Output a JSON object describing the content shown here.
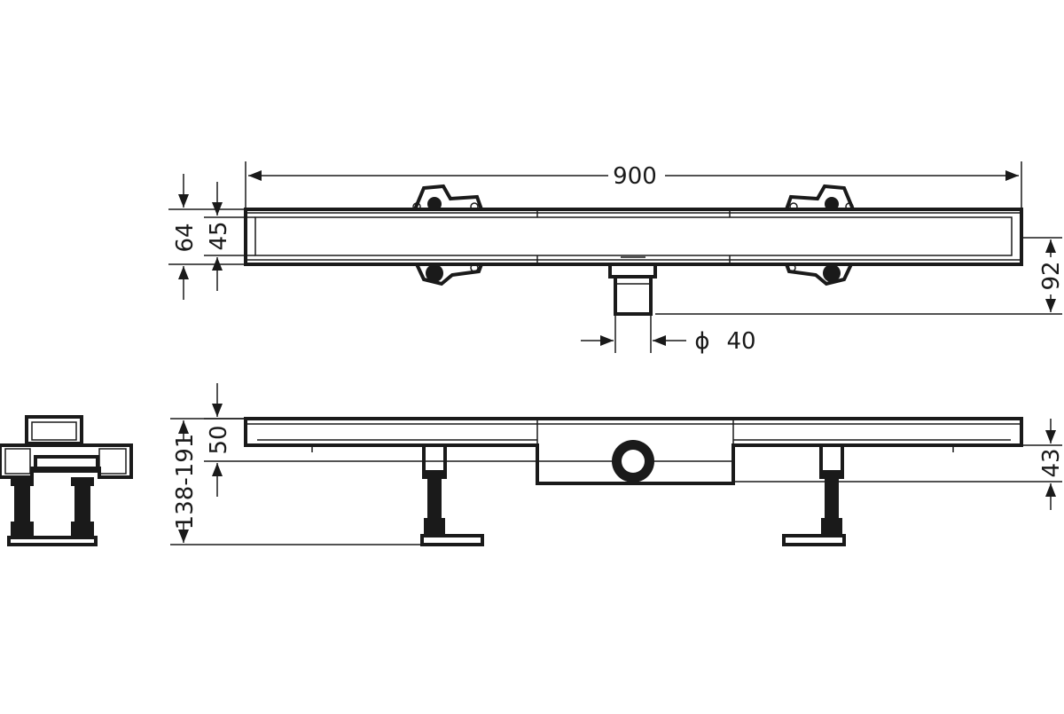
{
  "dimensions": {
    "total_length": "900",
    "overall_height_top_view": "64",
    "inner_height_top_view": "45",
    "outlet_offset": "92",
    "outlet_diameter_symbol": "ϕ",
    "outlet_diameter": "40",
    "channel_height": "50",
    "installation_height": "138-191",
    "outlet_height": "43"
  },
  "colors": {
    "line": "#1a1a1a",
    "background": "#ffffff"
  }
}
